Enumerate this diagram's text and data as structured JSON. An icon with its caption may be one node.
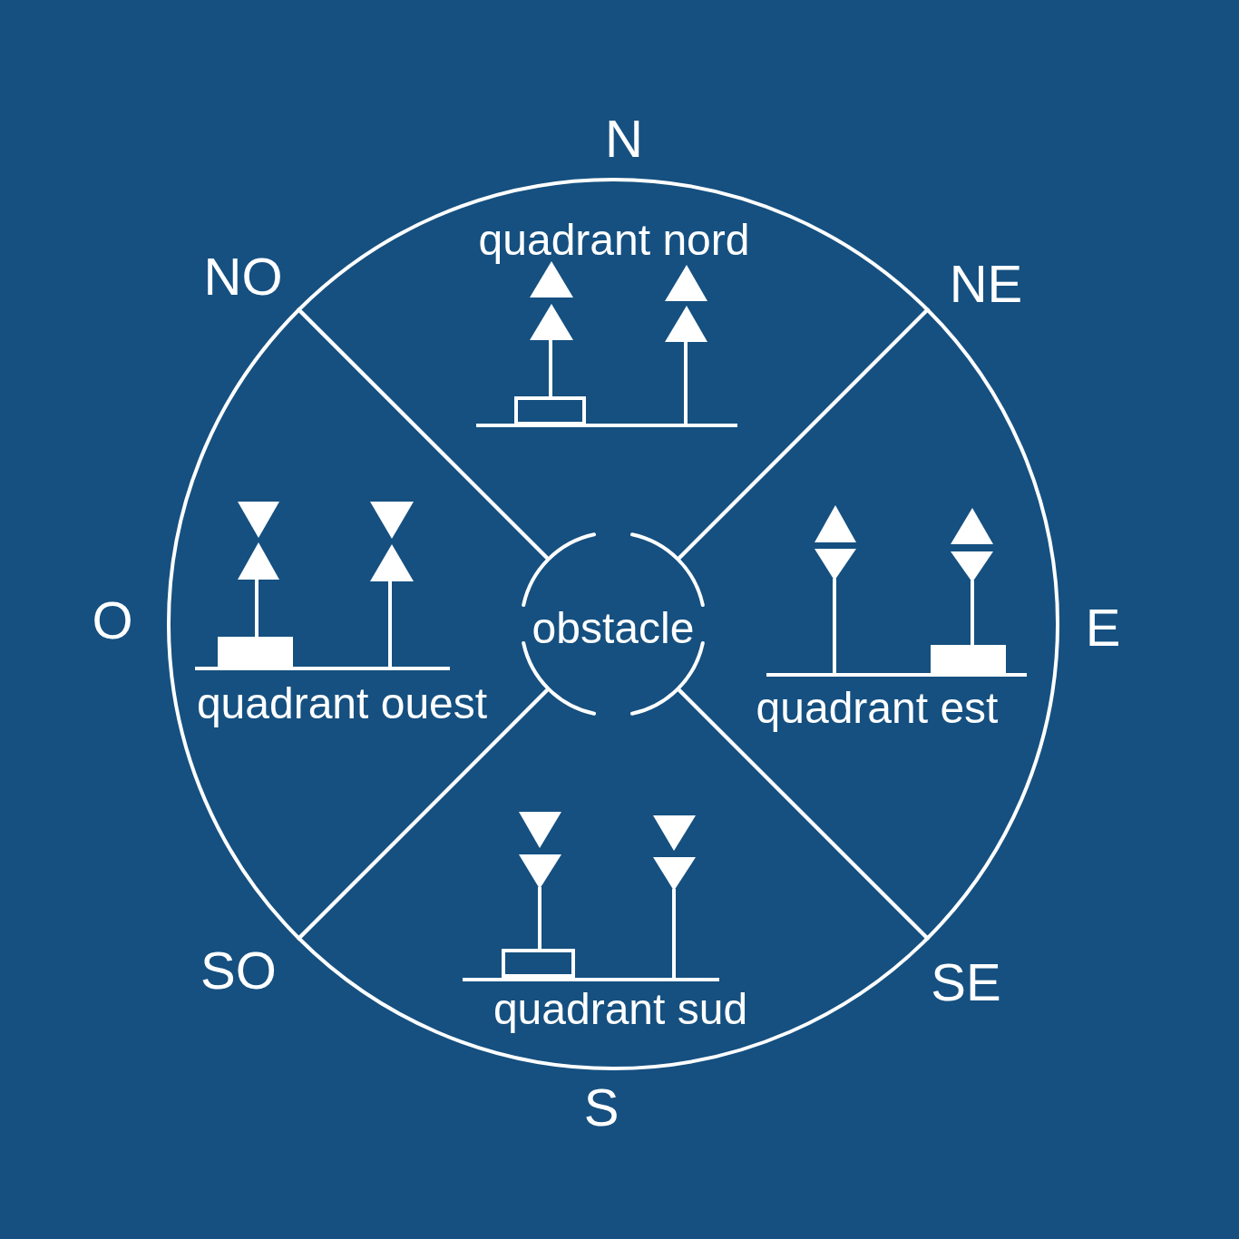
{
  "diagram": {
    "nodes": [
      {
        "text": [
          "quadrant nord"
        ]
      },
      {
        "text": [
          "quadrant ouest"
        ]
      },
      {
        "text": [
          "obstacle"
        ]
      },
      {
        "text": [
          "quadrant est"
        ]
      },
      {
        "text": [
          "quadrant sud"
        ]
      }
    ],
    "labels": [
      "N",
      "NO",
      "NE",
      "O",
      "E",
      "SO",
      "SE",
      "S"
    ]
  }
}
